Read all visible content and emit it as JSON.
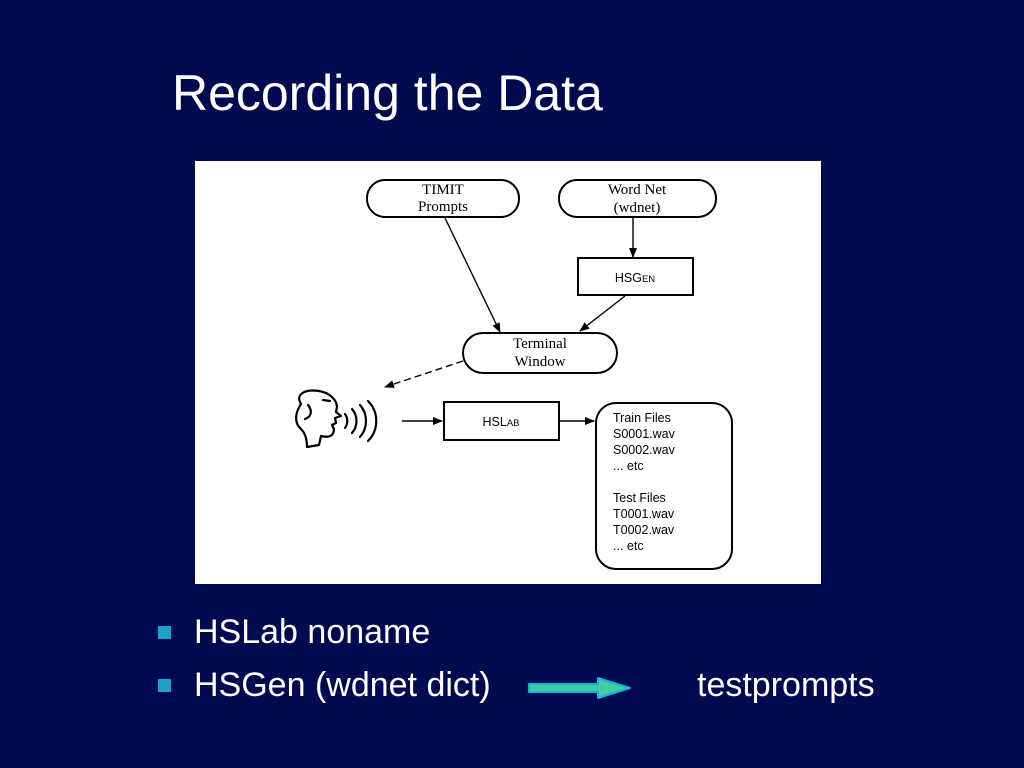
{
  "slide": {
    "title": "Recording the Data"
  },
  "diagram": {
    "timit_prompts": {
      "line1": "TIMIT",
      "line2": "Prompts"
    },
    "word_net": {
      "line1": "Word Net",
      "line2": "(wdnet)"
    },
    "hsgen": {
      "prefix": "HSG",
      "suffix": "EN"
    },
    "terminal_window": {
      "line1": "Terminal",
      "line2": "Window"
    },
    "hslab": {
      "prefix": "HSL",
      "suffix": "AB"
    },
    "files": {
      "train_header": "Train Files",
      "train_items": [
        "S0001.wav",
        "S0002.wav",
        "... etc"
      ],
      "test_header": "Test Files",
      "test_items": [
        "T0001.wav",
        "T0002.wav",
        "... etc"
      ]
    },
    "icons": {
      "speaker": "speaking-head-icon"
    }
  },
  "bullets": [
    {
      "text": "HSLab noname"
    },
    {
      "text": "HSGen (wdnet dict)",
      "trailing_text": "testprompts"
    }
  ],
  "colors": {
    "background": "#000a50",
    "bullet_marker": "#1fa0c8",
    "arrow_fill": "#3fcf9c",
    "arrow_stroke": "#14b2e4",
    "text": "#ffffff"
  }
}
